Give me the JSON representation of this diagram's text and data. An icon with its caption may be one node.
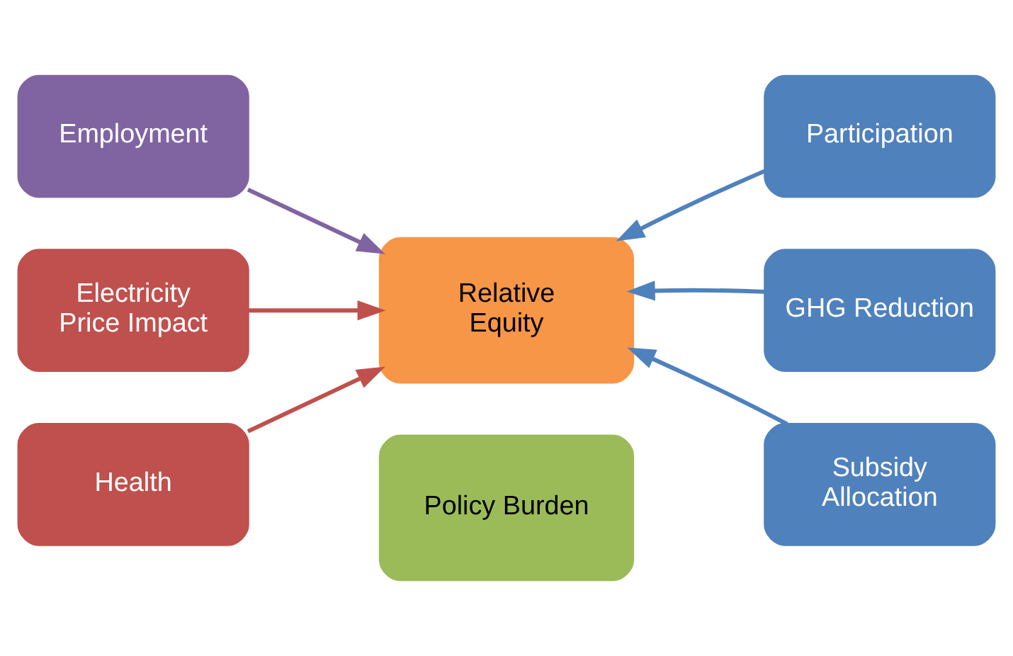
{
  "diagram": {
    "nodes": [
      {
        "text": [
          "Employment"
        ]
      },
      {
        "text": [
          "Electricity Price Impact"
        ]
      },
      {
        "text": [
          "Health"
        ]
      },
      {
        "text": [
          "Relative Equity"
        ]
      },
      {
        "text": [
          "Policy Burden"
        ]
      },
      {
        "text": [
          "Participation"
        ]
      },
      {
        "text": [
          "GHG Reduction"
        ]
      },
      {
        "text": [
          "Subsidy Allocation"
        ]
      }
    ],
    "edges": [
      {
        "from": 0,
        "to": 3,
        "arrow": "to",
        "color": "#8064a2"
      },
      {
        "from": 1,
        "to": 3,
        "arrow": "to",
        "color": "#c0504d"
      },
      {
        "from": 2,
        "to": 3,
        "arrow": "to",
        "color": "#c0504d"
      },
      {
        "from": 5,
        "to": 3,
        "arrow": "to"
      },
      {
        "from": 6,
        "to": 3,
        "arrow": "to"
      },
      {
        "from": 7,
        "to": 3,
        "arrow": "to"
      }
    ]
  }
}
